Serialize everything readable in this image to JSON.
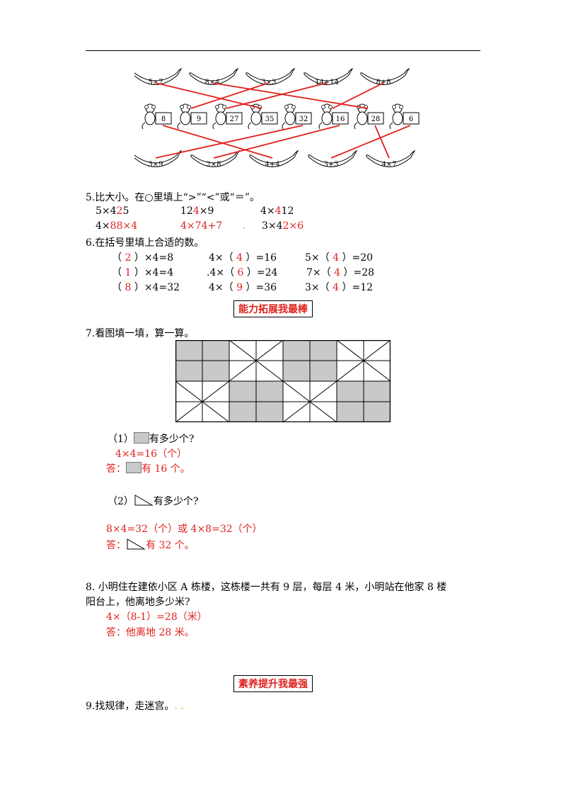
{
  "matching": {
    "top_bananas": [
      "5×7",
      "8×4",
      "3×3",
      "14+14",
      "8+8"
    ],
    "monkeys": [
      "8",
      "9",
      "27",
      "35",
      "32",
      "16",
      "28",
      "6"
    ],
    "bottom_bananas": [
      "3×9",
      "2×8",
      "4+4",
      "3+3",
      "4×7"
    ],
    "line_color": "#e0201c"
  },
  "q5": {
    "title": "5.比大小。在○里填上“>”“<”或“＝”。",
    "row1": [
      {
        "left": "5×4",
        "ans": "2",
        "right": "5"
      },
      {
        "left": "12",
        "ans": "4",
        "right": "×9"
      },
      {
        "left": "4×",
        "ans": "4",
        "right": "12"
      }
    ],
    "row2": [
      {
        "left": "4×",
        "ans": "8",
        "right": "8×4"
      },
      {
        "left": "4×",
        "ans": "7",
        "right": "4+7"
      },
      {
        "left": "3×",
        "ans": "4",
        "right": "2×6"
      }
    ],
    "dot": "."
  },
  "q6": {
    "title": "6.在括号里填上合适的数。",
    "rows": [
      [
        {
          "pre": "（",
          "ans": "2",
          "post": "）×4=8"
        },
        {
          "pre": "4×（",
          "ans": "4",
          "post": "）=16"
        },
        {
          "pre": "5×（",
          "ans": "4",
          "post": "）=20"
        }
      ],
      [
        {
          "pre": "（",
          "ans": "1",
          "post": "）×4=4"
        },
        {
          "pre": ".4×（",
          "ans": "6",
          "post": "）=24"
        },
        {
          "pre": "7×（",
          "ans": "4",
          "post": "）=28"
        }
      ],
      [
        {
          "pre": "（",
          "ans": "8",
          "post": "）×4=32"
        },
        {
          "pre": "4×（",
          "ans": "9",
          "post": "）=36"
        },
        {
          "pre": "3×（",
          "ans": "4",
          "post": "）=12"
        }
      ]
    ]
  },
  "banner1": "能力拓展我最棒",
  "q7": {
    "title": "7.看图填一填，算一算。",
    "grid_cells": [
      [
        "gray",
        "gray",
        "x",
        "x",
        "gray",
        "gray",
        "x",
        "x"
      ],
      [
        "gray",
        "gray",
        "x",
        "x",
        "gray",
        "gray",
        "x",
        "x"
      ],
      [
        "x",
        "x",
        "gray",
        "gray",
        "x",
        "x",
        "gray",
        "gray"
      ],
      [
        "x",
        "x",
        "gray",
        "gray",
        "x",
        "x",
        "gray",
        "gray"
      ]
    ],
    "part1_label": "（1）",
    "part1_question": "有多少个?",
    "part1_calc": "4×4=16（个）",
    "part1_answer_prefix": "答：",
    "part1_answer_suffix": "有 16 个。",
    "part2_label": "（2）",
    "part2_question": "有多少个?",
    "part2_calc": "8×4=32（个）或 4×8=32（个）",
    "part2_answer_prefix": "答：",
    "part2_answer_suffix": "有 32 个。"
  },
  "q8": {
    "line1": "8. 小明住在建依小区 A 栋楼，这栋楼一共有 9 层，每层 4 米，小明站在他家 8 楼",
    "line2": "阳台上，他离地多少米?",
    "calc": "4×（8-1）=28（米）",
    "answer": "答：他离地 28 米。"
  },
  "banner2": "素养提升我最强",
  "q9": {
    "title": "9.找规律，走迷宫。",
    "dots": ". ."
  }
}
